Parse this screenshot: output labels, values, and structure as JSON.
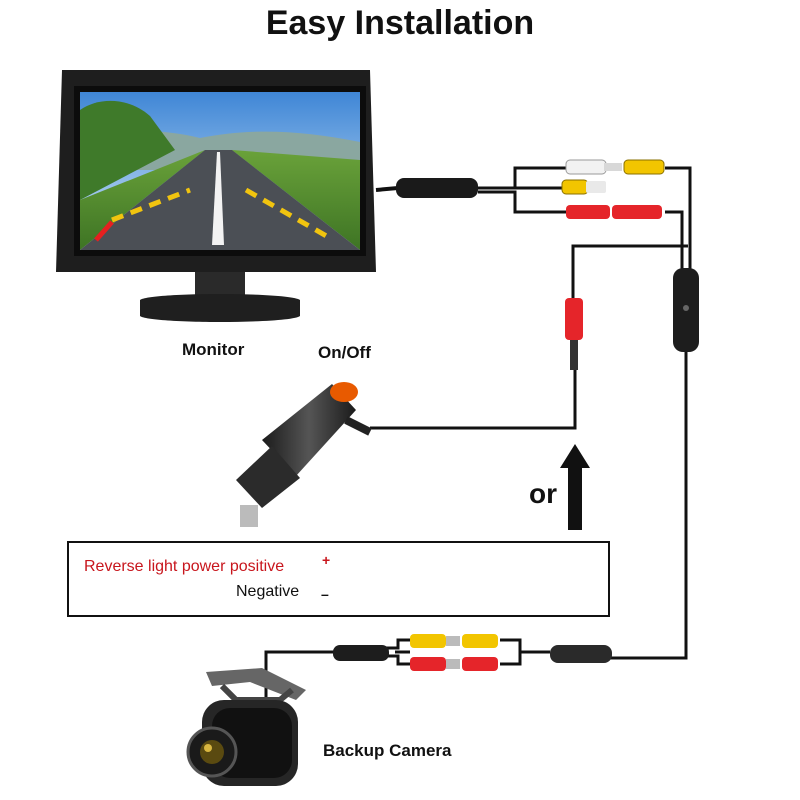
{
  "title": "Easy Installation",
  "labels": {
    "monitor": "Monitor",
    "on_off": "On/Off",
    "or": "or",
    "backup_camera": "Backup Camera"
  },
  "power_box": {
    "positive": "Reverse light power positive",
    "negative": "Negative",
    "plus_sign": "+",
    "minus_sign": "–"
  },
  "colors": {
    "wire": "#111111",
    "red_connector": "#e5252a",
    "yellow_connector": "#f2c500",
    "white_connector": "#f2f2f2",
    "positive_text": "#c8161d"
  }
}
